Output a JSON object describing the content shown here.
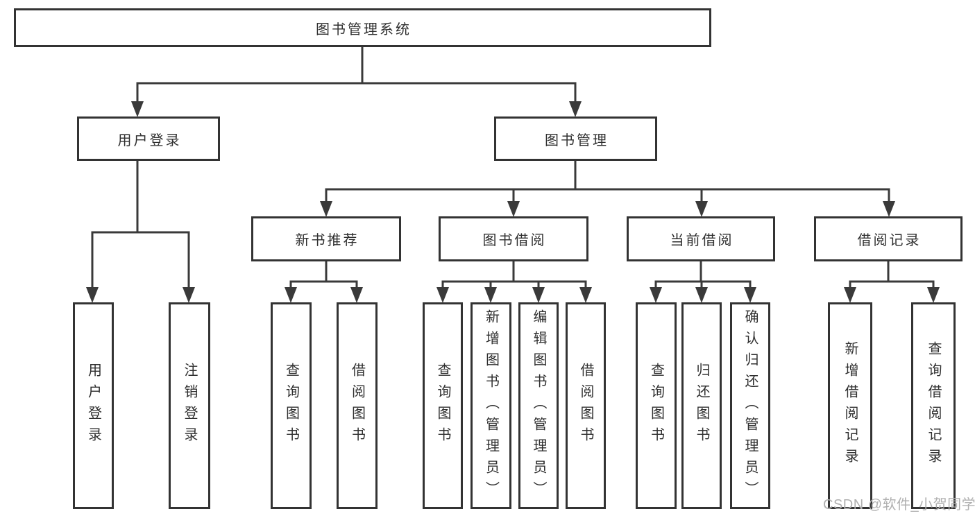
{
  "colors": {
    "background": "#ffffff",
    "line": "#3a3a3a",
    "box_border": "#333333",
    "text": "#2f2f2f",
    "watermark": "#b0b0b0"
  },
  "tree": {
    "root": {
      "label": "图书管理系统"
    },
    "branches": [
      {
        "label": "用户登录",
        "children": [
          {
            "label": "用户登录"
          },
          {
            "label": "注销登录"
          }
        ]
      },
      {
        "label": "图书管理",
        "children": [
          {
            "label": "新书推荐",
            "children": [
              {
                "label": "查询图书"
              },
              {
                "label": "借阅图书"
              }
            ]
          },
          {
            "label": "图书借阅",
            "children": [
              {
                "label": "查询图书"
              },
              {
                "label": "新增图书（管理员）"
              },
              {
                "label": "编辑图书（管理员）"
              },
              {
                "label": "借阅图书"
              }
            ]
          },
          {
            "label": "当前借阅",
            "children": [
              {
                "label": "查询图书"
              },
              {
                "label": "归还图书"
              },
              {
                "label": "确认归还（管理员）"
              }
            ]
          },
          {
            "label": "借阅记录",
            "children": [
              {
                "label": "新增借阅记录"
              },
              {
                "label": "查询借阅记录"
              }
            ]
          }
        ]
      }
    ]
  },
  "watermark": {
    "text": "CSDN @软件_小贺同学"
  }
}
